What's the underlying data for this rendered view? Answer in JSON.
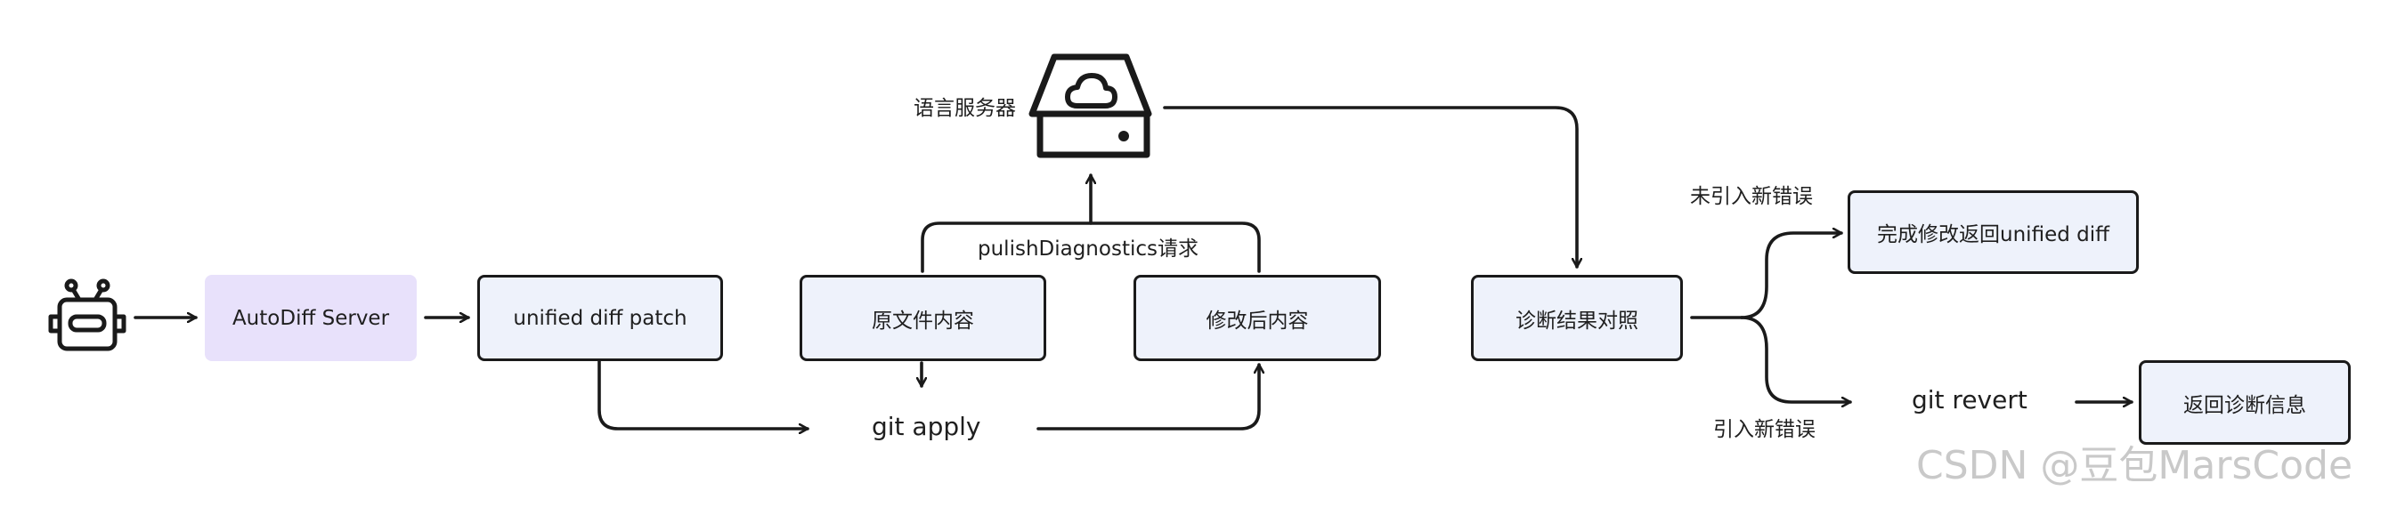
{
  "nodes": {
    "autodiff_server": "AutoDiff Server",
    "unified_diff_patch": "unified diff patch",
    "original_content": "原文件内容",
    "modified_content": "修改后内容",
    "diagnosis_compare": "诊断结果对照",
    "finish_return": "完成修改返回unified diff",
    "return_diagnosis": "返回诊断信息"
  },
  "labels": {
    "language_server": "语言服务器",
    "publish_request": "pulishDiagnostics请求",
    "git_apply": "git apply",
    "git_revert": "git revert",
    "no_new_error": "未引入新错误",
    "new_error": "引入新错误"
  },
  "watermark": "CSDN @豆包MarsCode",
  "icons": {
    "agent": "robot-icon",
    "language_server": "cloud-server-icon"
  },
  "colors": {
    "box_fill": "#eef2fb",
    "server_fill": "#e8e1fb",
    "stroke": "#1a1a1a"
  }
}
